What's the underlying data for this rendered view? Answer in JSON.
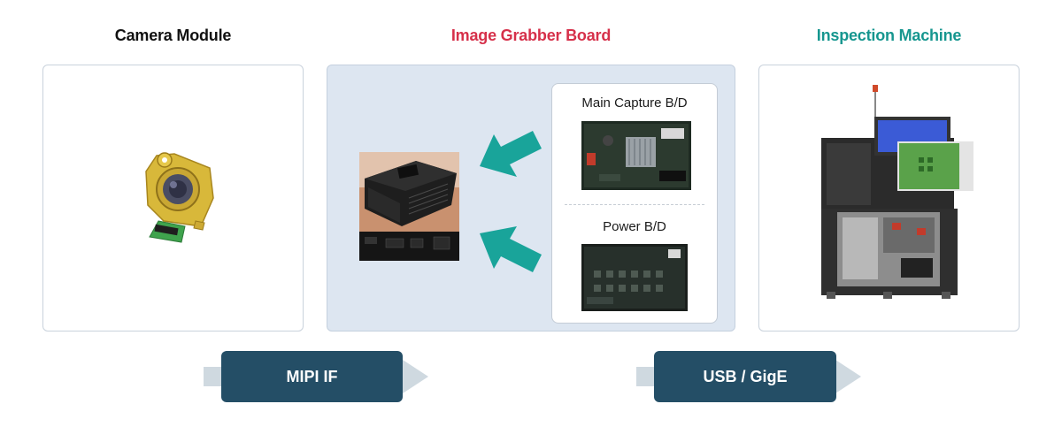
{
  "columns": {
    "camera": {
      "title": "Camera Module",
      "color": "#111111"
    },
    "grabber": {
      "title": "Image Grabber Board",
      "color": "#d6304a"
    },
    "inspection": {
      "title": "Inspection Machine",
      "color": "#16968f"
    }
  },
  "boards": {
    "main_capture": {
      "label": "Main Capture B/D"
    },
    "power": {
      "label": "Power B/D"
    }
  },
  "interfaces": {
    "mipi": {
      "label": "MIPI IF"
    },
    "usb_gige": {
      "label": "USB / GigE"
    }
  },
  "colors": {
    "panel_blue": "#dde6f1",
    "pill": "#244e66",
    "teal_arrow": "#19a49a",
    "gray_arrow": "#cfd9e0"
  }
}
